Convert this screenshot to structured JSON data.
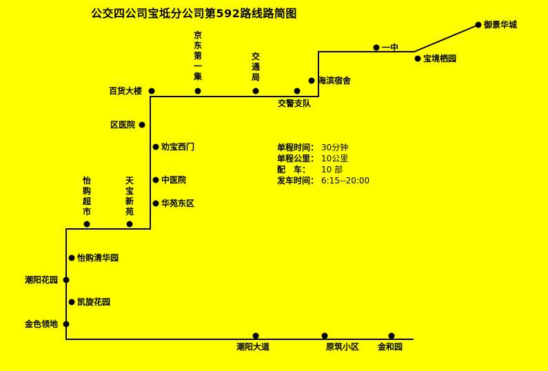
{
  "title": "公交四公司宝坻分公司第592路线路简图",
  "colors": {
    "background": "#ffff00",
    "line": "#000000",
    "stop": "#000000"
  },
  "stops": {
    "yujing_huacheng": "御景华城",
    "baojing_qiyuan": "宝境栖园",
    "yizhong": "一中",
    "haibin_sushe": "海滨宿舍",
    "jiaojing_zhidui": "交警支队",
    "jiaotong_ju": "交通局",
    "jingdong_diyiji": "京东第一集",
    "baihuo_dalou": "百货大楼",
    "qu_yiyuan": "区医院",
    "quanbao_ximen": "劝宝西门",
    "zhongyiyuan": "中医院",
    "huayuan_dongqu": "华苑东区",
    "tianbao_xinyuan": "天宝新苑",
    "yigou_chaoshi": "怡购超市",
    "yigou_qinghuayuan": "怡购清华园",
    "chaoyang_huayuan": "潮阳花园",
    "kaixuan_huayuan": "凯旋花园",
    "jinse_lingdi": "金色领地",
    "chaoyang_dadao": "潮阳大道",
    "yuanzhu_xiaoqu": "原筑小区",
    "jinhe_yuan": "金和园"
  },
  "info": {
    "time_label": "单程时间：",
    "time_value": "30分钟",
    "distance_label": "单程公里：",
    "distance_value": "10公里",
    "vehicles_label": "配　车：",
    "vehicles_value": "10 部",
    "hours_label": "发车时间：",
    "hours_value": "6:15--20:00"
  }
}
